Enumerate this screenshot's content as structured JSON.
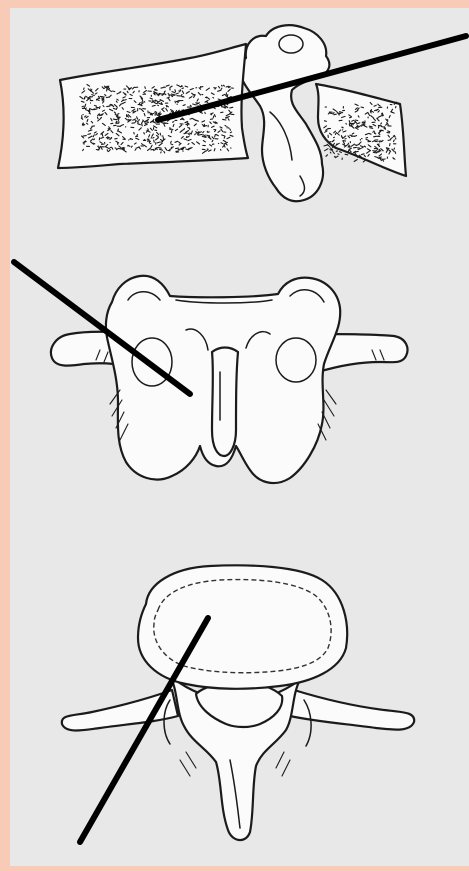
{
  "illustration": {
    "views": [
      {
        "id": "lateral-view",
        "icon": "vertebra-lateral-section-icon"
      },
      {
        "id": "posterior-view",
        "icon": "vertebra-posterior-icon"
      },
      {
        "id": "superior-view",
        "icon": "vertebra-superior-icon"
      }
    ],
    "pointers": 3
  },
  "colors": {
    "frame": "#f8cbb6",
    "panel": "#e8e8e8",
    "bone_fill": "#fbfbfb",
    "ink": "#1b1b1b",
    "pointer": "#000000"
  }
}
